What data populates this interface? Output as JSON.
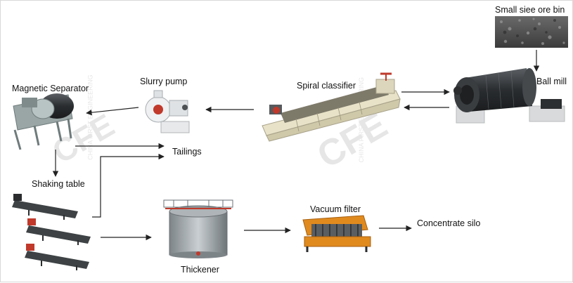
{
  "labels": {
    "ore_bin": "Small siee ore bin",
    "ball_mill": "Ball mill",
    "spiral_classifier": "Spiral classifier",
    "slurry_pump": "Slurry pump",
    "magnetic_separator": "Magnetic Separator",
    "tailings": "Tailings",
    "shaking_table": "Shaking table",
    "thickener": "Thickener",
    "vacuum_filter": "Vacuum filter",
    "concentrate_silo": "Concentrate silo"
  },
  "watermark": {
    "logo": "CFE",
    "company": "CHINA FIRST ENGINEERING"
  },
  "colors": {
    "arrow": "#222222",
    "machine_gray": "#8c9296",
    "machine_dark": "#2f3234",
    "classifier_cream": "#e8e2c8",
    "thickener_red": "#c0392b",
    "filter_orange": "#e08a1e"
  }
}
